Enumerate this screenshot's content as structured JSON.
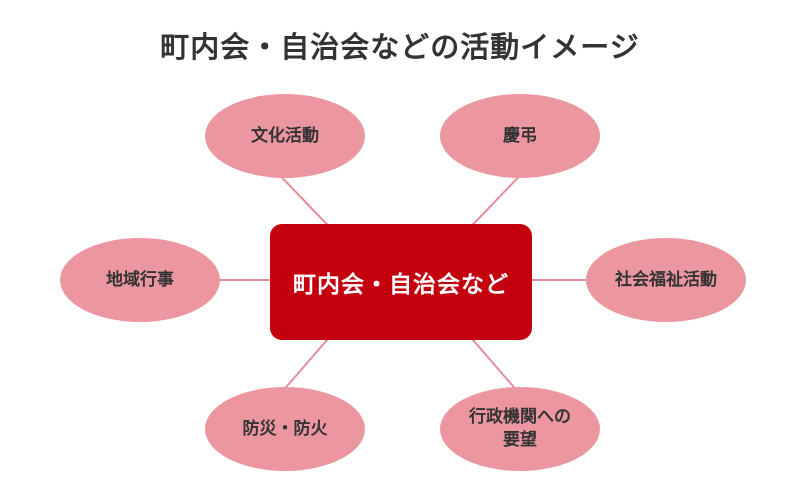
{
  "title": "町内会・自治会などの活動イメージ",
  "diagram": {
    "center": {
      "label": "町内会・自治会など"
    },
    "nodes": [
      {
        "id": "cultural-activities",
        "label": "文化活動"
      },
      {
        "id": "ceremonial-occasions",
        "label": "慶弔"
      },
      {
        "id": "local-events",
        "label": "地域行事"
      },
      {
        "id": "social-welfare",
        "label": "社会福祉活動"
      },
      {
        "id": "disaster-prevention",
        "label": "防災・防火"
      },
      {
        "id": "government-requests",
        "label": "行政機関への\n要望"
      }
    ],
    "colors": {
      "background": "#ffffff",
      "center_bg": "#c4000e",
      "center_text": "#ffffff",
      "node_bg": "#ec96a0",
      "node_text": "#333333",
      "connector": "#e58e99",
      "title_text": "#333333"
    }
  }
}
